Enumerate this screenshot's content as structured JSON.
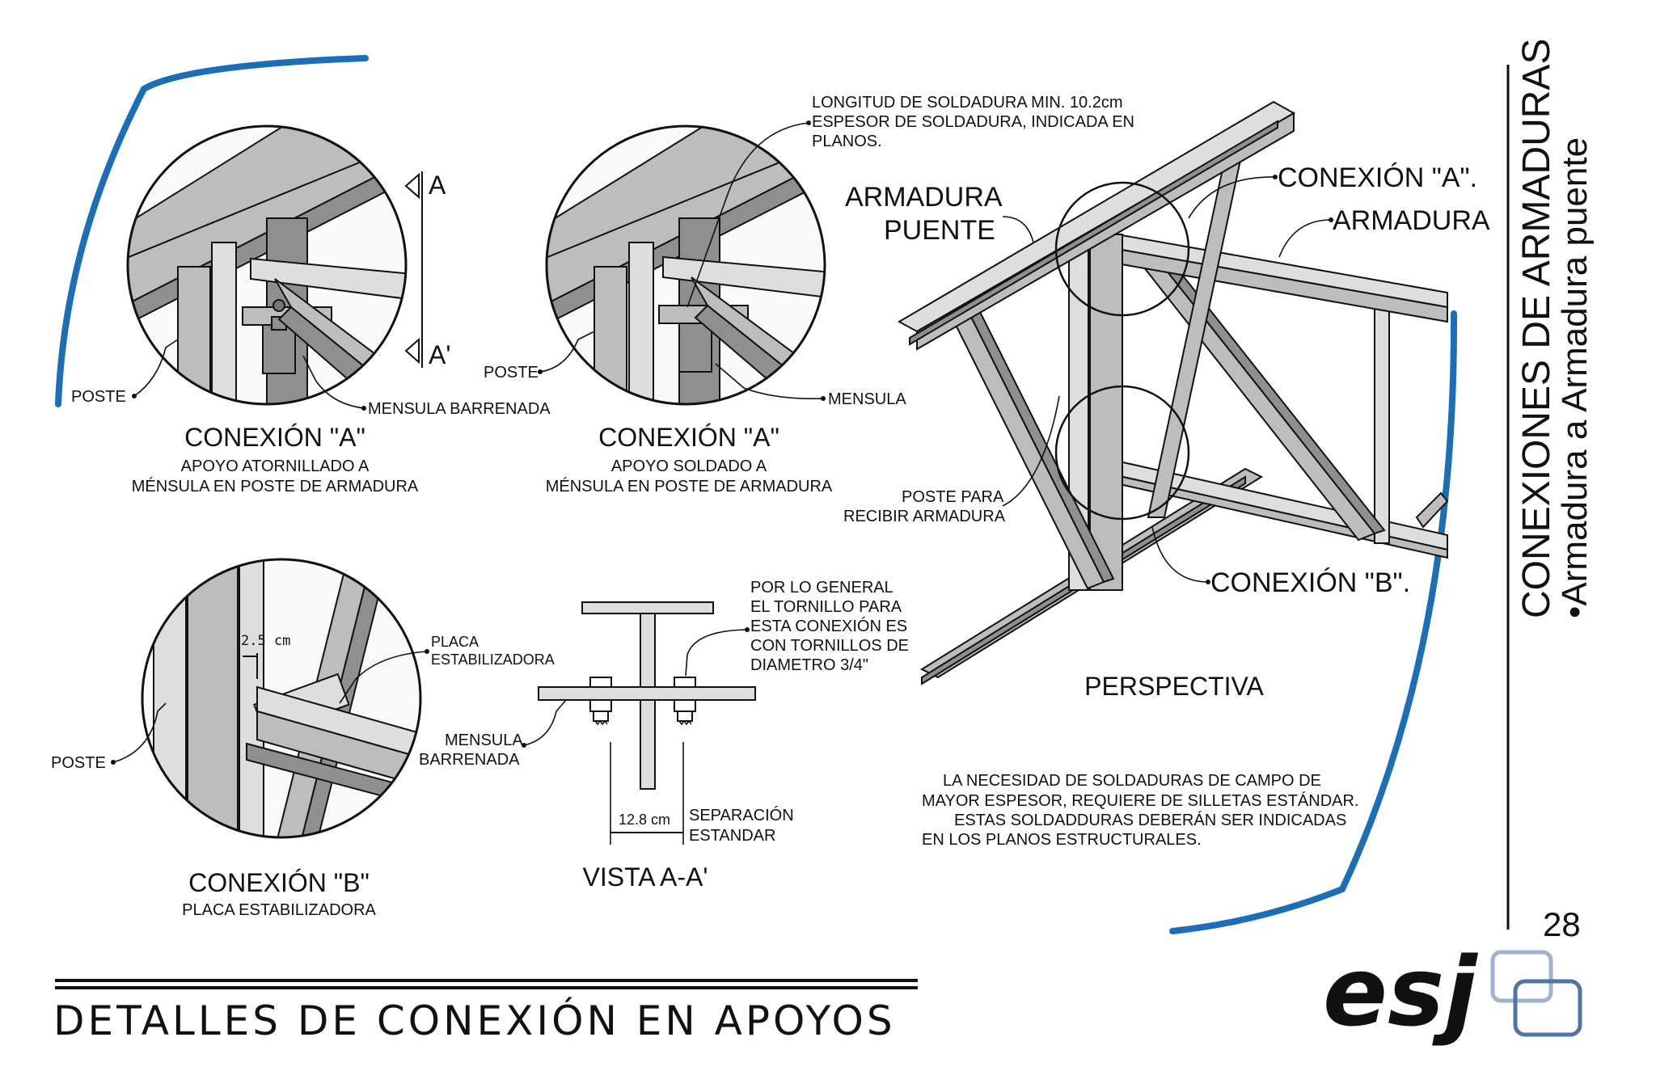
{
  "accent_color": "#1a6fb6",
  "logo_color": "#4f74a7",
  "side_title": {
    "main": "CONEXIONES DE ARMADURAS",
    "sub": "•Armadura a Armadura puente"
  },
  "page_number": "28",
  "footer_title": "DETALLES DE CONEXIÓN EN APOYOS",
  "logo_text": "esj",
  "detail_a_bolted": {
    "label_a": "A",
    "label_a_prime": "A'",
    "poste": "POSTE",
    "mensula": "MENSULA BARRENADA",
    "title": "CONEXIÓN \"A\"",
    "sub1": "APOYO ATORNILLADO A",
    "sub2": "MÉNSULA EN POSTE DE ARMADURA"
  },
  "detail_a_welded": {
    "note1": "LONGITUD DE SOLDADURA MIN. 10.2cm",
    "note2": "ESPESOR DE SOLDADURA, INDICADA EN",
    "note3": "PLANOS.",
    "poste": "POSTE",
    "mensula": "MENSULA",
    "title": "CONEXIÓN \"A\"",
    "sub1": "APOYO SOLDADO A",
    "sub2": "MÉNSULA EN POSTE DE ARMADURA"
  },
  "detail_b": {
    "dimension": "2.5 cm",
    "placa1": "PLACA",
    "placa2": "ESTABILIZADORA",
    "poste": "POSTE",
    "title": "CONEXIÓN \"B\"",
    "sub": "PLACA ESTABILIZADORA"
  },
  "vista": {
    "note1": "POR LO GENERAL",
    "note2": "EL TORNILLO PARA",
    "note3": "ESTA CONEXIÓN ES",
    "note4": "CON TORNILLOS DE",
    "note5": "DIAMETRO 3/4\"",
    "mensula1": "MENSULA",
    "mensula2": "BARRENADA",
    "dimension": "12.8 cm",
    "sep1": "SEPARACIÓN",
    "sep2": "ESTANDAR",
    "title": "VISTA A-A'"
  },
  "perspectiva": {
    "armadura_puente1": "ARMADURA",
    "armadura_puente2": "PUENTE",
    "conexion_a": "CONEXIÓN \"A\".",
    "armadura": "ARMADURA",
    "poste1": "POSTE PARA",
    "poste2": "RECIBIR ARMADURA",
    "conexion_b": "CONEXIÓN \"B\".",
    "title": "PERSPECTIVA"
  },
  "general_note": {
    "line1": "LA NECESIDAD  DE  SOLDADURAS  DE  CAMPO  DE",
    "line2": "MAYOR ESPESOR, REQUIERE DE SILLETAS ESTÁNDAR.",
    "line3": "ESTAS SOLDADDURAS DEBERÁN SER INDICADAS",
    "line4": "EN LOS PLANOS ESTRUCTURALES."
  }
}
